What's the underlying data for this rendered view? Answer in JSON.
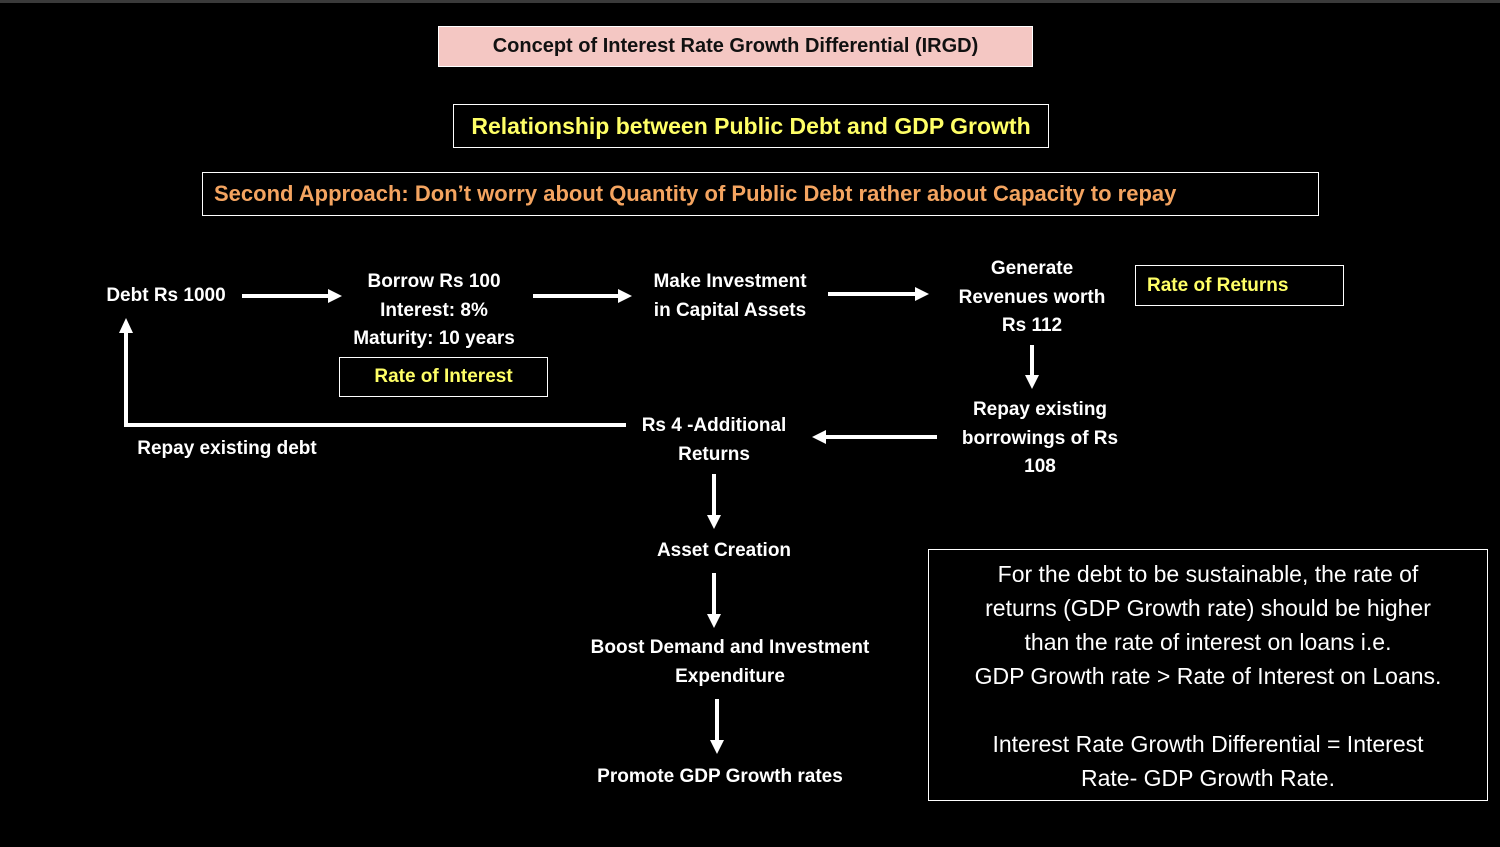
{
  "header": {
    "title": "Concept of Interest Rate Growth Differential (IRGD)",
    "subtitle": "Relationship between Public Debt and GDP Growth",
    "approach": "Second Approach: Don’t worry about Quantity of Public Debt rather about Capacity to repay"
  },
  "flow": {
    "debt": "Debt Rs 1000",
    "borrow": {
      "line1": "Borrow Rs 100",
      "line2": "Interest: 8%",
      "line3": "Maturity: 10 years",
      "label": "Rate of Interest"
    },
    "invest": {
      "line1": "Make Investment",
      "line2": "in Capital Assets"
    },
    "generate": {
      "line1": "Generate",
      "line2": "Revenues worth",
      "line3": "Rs 112",
      "label": "Rate of Returns"
    },
    "repay_borrowings": {
      "line1": "Repay existing",
      "line2": "borrowings of Rs",
      "line3": "108"
    },
    "additional": {
      "line1": "Rs 4 -Additional",
      "line2": "Returns"
    },
    "repay_debt": "Repay existing debt",
    "asset": "Asset Creation",
    "boost": {
      "line1": "Boost Demand and Investment",
      "line2": "Expenditure"
    },
    "promote": "Promote GDP Growth rates"
  },
  "note": {
    "line1": "For the debt to be sustainable, the rate of",
    "line2": "returns (GDP Growth rate) should be higher",
    "line3": "than the rate of interest on loans i.e.",
    "line4": "GDP Growth rate > Rate of Interest on Loans.",
    "line5": "Interest Rate Growth Differential = Interest",
    "line6": "Rate- GDP Growth Rate."
  },
  "colors": {
    "background": "#000000",
    "title_fill": "#f4c7c3",
    "highlight_yellow": "#ffff66",
    "approach_orange": "#f4a460",
    "arrow": "#ffffff"
  }
}
